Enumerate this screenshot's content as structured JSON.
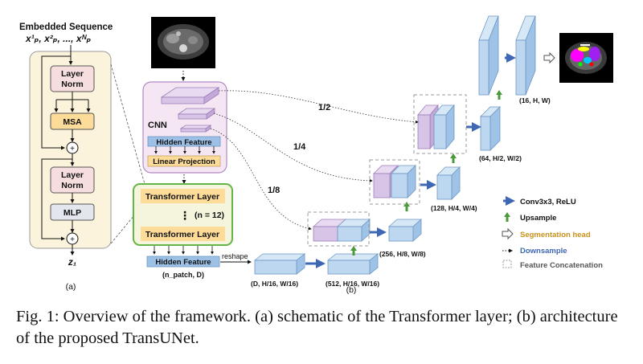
{
  "colors": {
    "cube_front": "#bcd7ef",
    "cube_top": "#d6e7f6",
    "cube_side": "#9fc3e6",
    "cube_stroke": "#6d97c4",
    "purple_front": "#d8c4e6",
    "purple_top": "#e8daf1",
    "purple_side": "#c3a8d8",
    "purple_stroke": "#9d7fb8",
    "yellow_panel": "#fbf3dc",
    "orange_box": "#fddc9a",
    "pink_box": "#f6dede",
    "green_panel": "#f4f5dc",
    "green_border": "#63b545",
    "arrow_blue": "#3f68b4",
    "upsample_green": "#4a9a3a",
    "seg_head_color": "#c8911a"
  },
  "panel_a": {
    "title": "Embedded Sequence",
    "sequence": "x¹ₚ, x²ₚ, ..., xᴺₚ",
    "layer_norm_1": "Layer",
    "layer_norm_1b": "Norm",
    "msa": "MSA",
    "layer_norm_2": "Layer",
    "layer_norm_2b": "Norm",
    "mlp": "MLP",
    "plus": "+",
    "output": "z₁",
    "label": "(a)"
  },
  "panel_b": {
    "cnn": "CNN",
    "hidden_feature": "Hidden Feature",
    "linear_projection": "Linear Projection",
    "transformer_layer_top": "Transformer Layer",
    "transformer_layer_bottom": "Transformer Layer",
    "n_layers": "(n = 12)",
    "hidden_feature_bottom": "Hidden Feature",
    "n_patch_dim": "(n_patch, D)",
    "reshape": "reshape",
    "dim_d": "(D, H/16, W/16)",
    "dim_512": "(512, H/16, W/16)",
    "dim_256": "(256, H/8, W/8)",
    "dim_128": "(128, H/4, W/4)",
    "dim_64": "(64, H/2, W/2)",
    "dim_16": "(16, H, W)",
    "skip_half": "1/2",
    "skip_quarter": "1/4",
    "skip_eighth": "1/8",
    "label": "(b)"
  },
  "legend": {
    "conv": "Conv3x3, ReLU",
    "upsample": "Upsample",
    "seg_head": "Segmentation head",
    "downsample": "Downsample",
    "concat": "Feature Concatenation"
  },
  "caption": "Fig. 1: Overview of the framework. (a) schematic of the Transformer layer; (b) architecture of the proposed TransUNet."
}
